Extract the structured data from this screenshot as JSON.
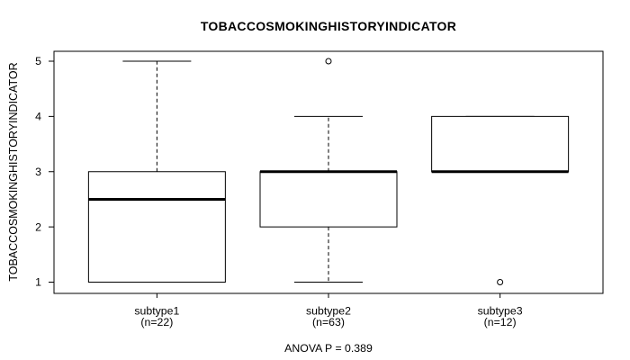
{
  "chart_data": {
    "type": "boxplot",
    "title": "TOBACCOSMOKINGHISTORYINDICATOR",
    "ylabel": "TOBACCOSMOKINGHISTORYINDICATOR",
    "xlabel": "",
    "annotation": "ANOVA P = 0.389",
    "ylim": [
      1,
      5
    ],
    "yticks": [
      1,
      2,
      3,
      4,
      5
    ],
    "grid": false,
    "legend": null,
    "groups": [
      {
        "label": "subtype1",
        "n_label": "(n=22)",
        "whisker_low": 1,
        "q1": 1,
        "median": 2.5,
        "q3": 3,
        "whisker_high": 5,
        "outliers": []
      },
      {
        "label": "subtype2",
        "n_label": "(n=63)",
        "whisker_low": 1,
        "q1": 2,
        "median": 3,
        "q3": 3,
        "whisker_high": 4,
        "outliers": [
          5
        ]
      },
      {
        "label": "subtype3",
        "n_label": "(n=12)",
        "whisker_low": 3,
        "q1": 3,
        "median": 3,
        "q3": 4,
        "whisker_high": 4,
        "outliers": [
          1
        ]
      }
    ],
    "colors": {
      "stroke": "#000000",
      "background": "#ffffff",
      "box_fill": "#ffffff"
    }
  }
}
